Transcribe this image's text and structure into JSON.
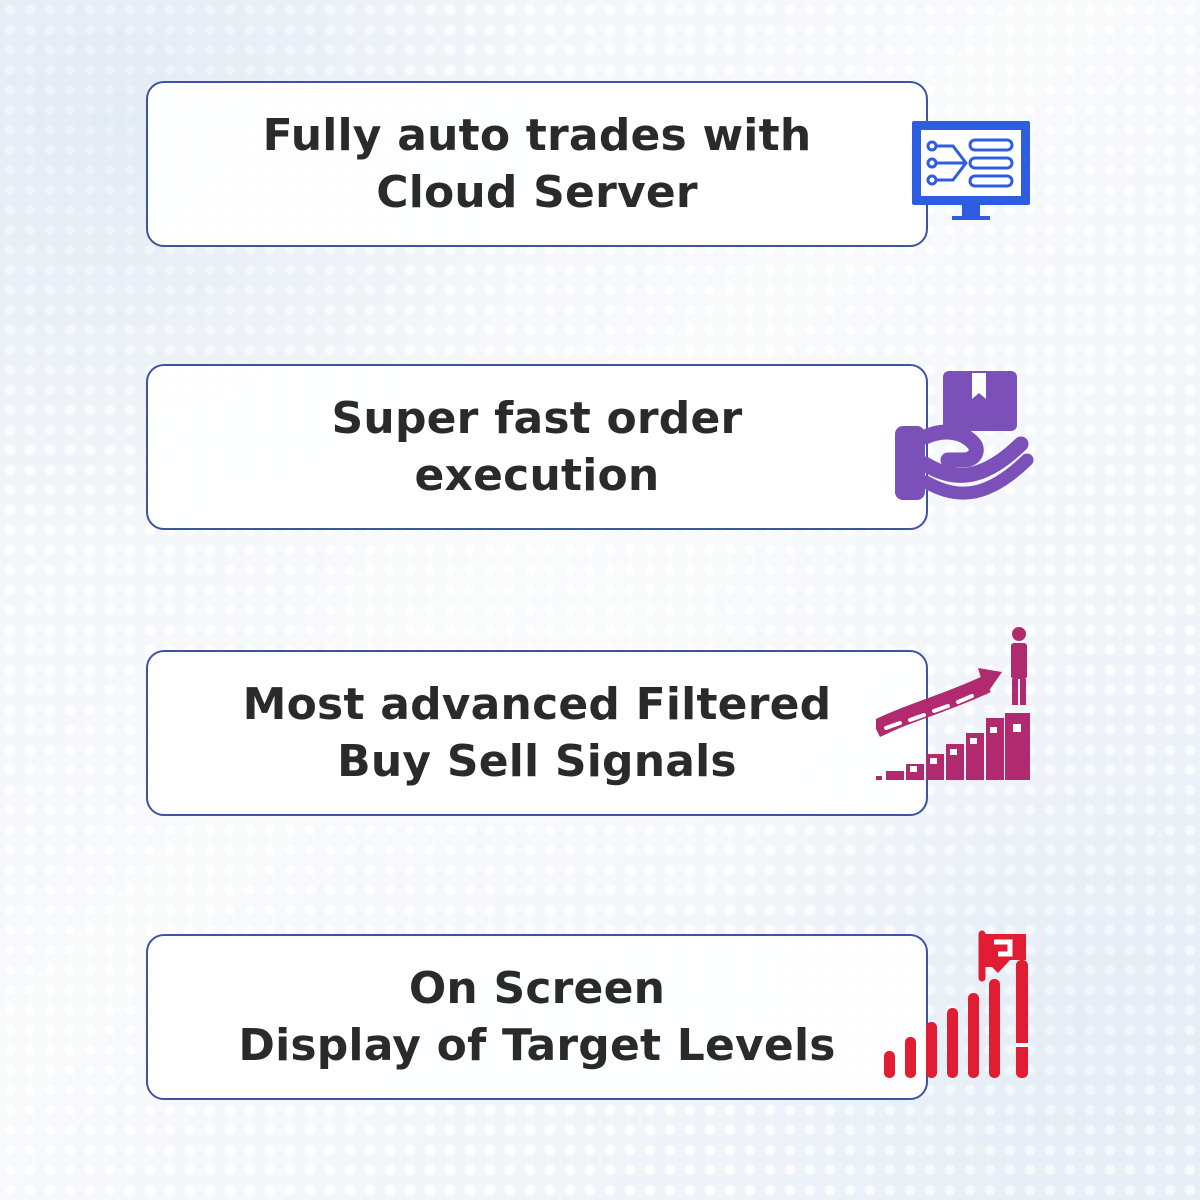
{
  "features": [
    {
      "lines": [
        "Fully auto trades with",
        "Cloud Server"
      ],
      "icon": "monitor-network-icon",
      "color": "#2f5de2"
    },
    {
      "lines": [
        "Super fast order execution"
      ],
      "icon": "hand-box-icon",
      "color": "#7b50b9"
    },
    {
      "lines": [
        "Most advanced Filtered",
        "Buy Sell Signals"
      ],
      "icon": "growth-arrow-person-icon",
      "color": "#b12a70"
    },
    {
      "lines": [
        "On Screen",
        "Display of Target Levels"
      ],
      "icon": "target-flag-bars-icon",
      "color": "#e11d33"
    }
  ]
}
